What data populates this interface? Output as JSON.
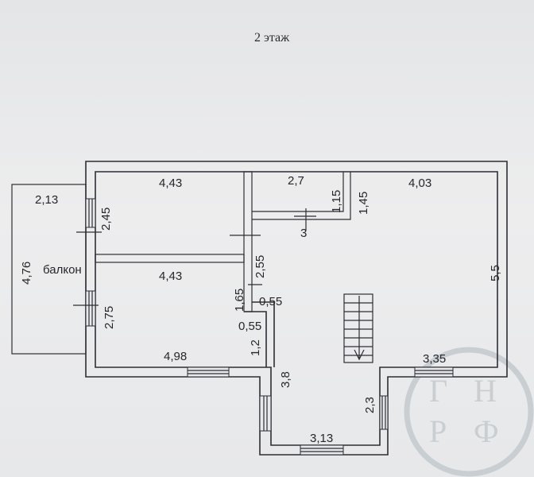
{
  "title": "2 этаж",
  "balcony": {
    "label": "балкон"
  },
  "dimensions": {
    "d_4_43_top": "4,43",
    "d_2_7": "2,7",
    "d_1_15": "1,15",
    "d_1_45": "1,45",
    "d_4_03": "4,03",
    "d_2_13": "2,13",
    "d_2_45": "2,45",
    "d_3": "3",
    "d_4_76": "4,76",
    "d_2_55": "2,55",
    "d_5_5": "5,5",
    "d_4_43_mid": "4,43",
    "d_1_65": "1,65",
    "d_0_55_a": "0,55",
    "d_2_75": "2,75",
    "d_0_55_b": "0,55",
    "d_1_2": "1,2",
    "d_4_98": "4,98",
    "d_3_35": "3,35",
    "d_3_8": "3,8",
    "d_2_3": "2,3",
    "d_3_13": "3,13"
  },
  "watermark": {
    "letters": [
      "Г",
      "Н",
      "Р",
      "Ф"
    ]
  }
}
